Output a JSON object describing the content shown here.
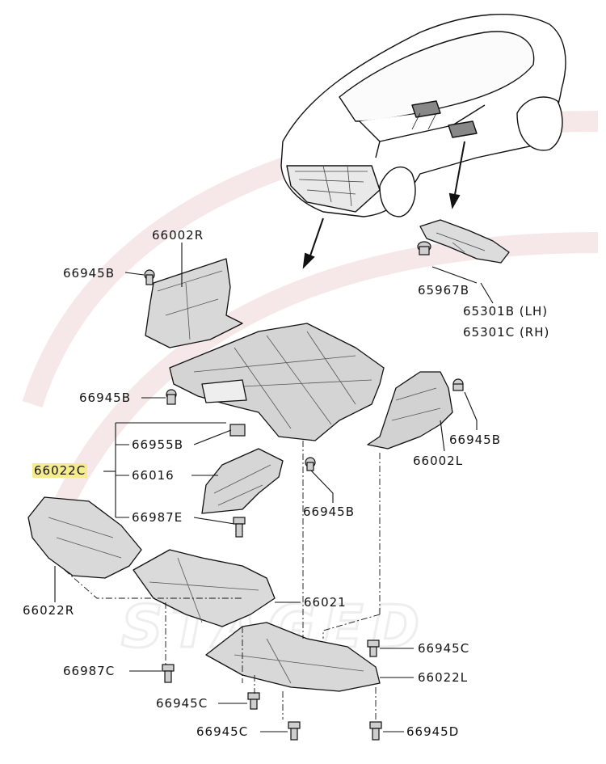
{
  "diagram": {
    "watermark_text": "STAGED",
    "highlight_color": "#f6ec8e",
    "line_color": "#111111",
    "parts": {
      "p66002R": "66002R",
      "p66945B_a": "66945B",
      "p65967B": "65967B",
      "p65301B": "65301B (LH)",
      "p65301C": "65301C (RH)",
      "p66945B_b": "66945B",
      "p66945B_c": "66945B",
      "p66955B": "66955B",
      "p66022C": "66022C",
      "p66016": "66016",
      "p66002L": "66002L",
      "p66987E": "66987E",
      "p66945B_d": "66945B",
      "p66022R": "66022R",
      "p66021": "66021",
      "p66945C_a": "66945C",
      "p66987C": "66987C",
      "p66022L": "66022L",
      "p66945C_b": "66945C",
      "p66945C_c": "66945C",
      "p66945D": "66945D"
    }
  }
}
